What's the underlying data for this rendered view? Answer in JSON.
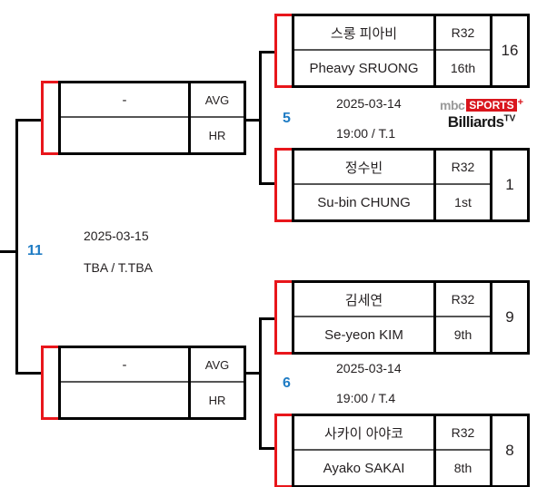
{
  "bracket": {
    "title": "Tournament Bracket",
    "accent_blue": "#1f7cc4",
    "accent_red": "#e8161b"
  },
  "broadcaster": {
    "mbc": "mbc",
    "sports": "SPORTS",
    "plus": "+",
    "billiards": "Billiards",
    "tv": "TV"
  },
  "semifinal": {
    "number": "11",
    "date": "2025-03-15",
    "time": "TBA /  T.TBA",
    "slots": [
      {
        "name": "-",
        "blank": "",
        "stat_top": "AVG",
        "stat_bottom": "HR"
      },
      {
        "name": "-",
        "blank": "",
        "stat_top": "AVG",
        "stat_bottom": "HR"
      }
    ]
  },
  "quarterfinals": [
    {
      "number": "5",
      "date": "2025-03-14",
      "time": "19:00 /  T.1",
      "players": [
        {
          "name_kr": "스롱 피아비",
          "name_en": "Pheavy SRUONG",
          "round": "R32",
          "rank": "16th",
          "seed": "16"
        },
        {
          "name_kr": "정수빈",
          "name_en": "Su-bin CHUNG",
          "round": "R32",
          "rank": "1st",
          "seed": "1"
        }
      ]
    },
    {
      "number": "6",
      "date": "2025-03-14",
      "time": "19:00 /  T.4",
      "players": [
        {
          "name_kr": "김세연",
          "name_en": "Se-yeon KIM",
          "round": "R32",
          "rank": "9th",
          "seed": "9"
        },
        {
          "name_kr": "사카이 아야코",
          "name_en": "Ayako SAKAI",
          "round": "R32",
          "rank": "8th",
          "seed": "8"
        }
      ]
    }
  ]
}
